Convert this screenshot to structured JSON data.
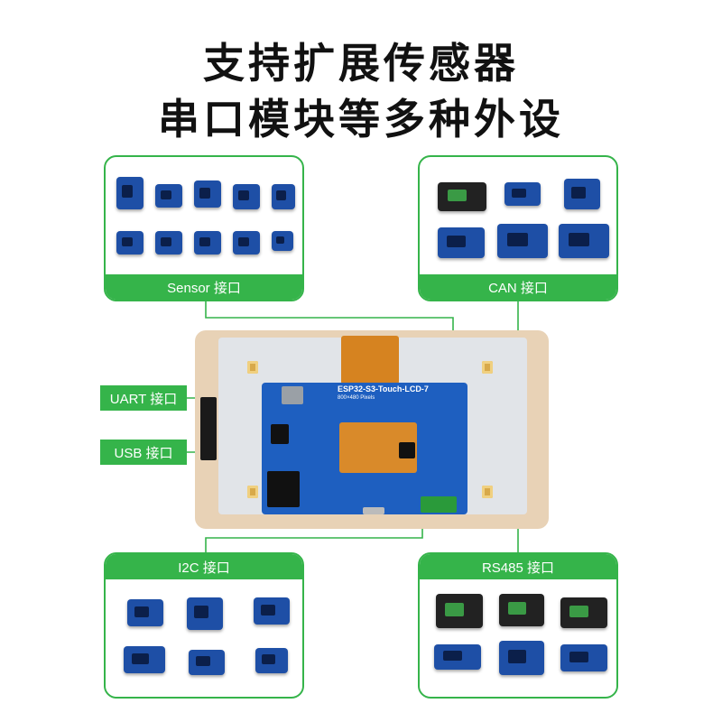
{
  "title": {
    "line1": "支持扩展传感器",
    "line2": "串口模块等多种外设"
  },
  "cards": {
    "sensor": "Sensor 接口",
    "can": "CAN 接口",
    "i2c": "I2C 接口",
    "rs485": "RS485 接口"
  },
  "side_tags": {
    "uart": "UART 接口",
    "usb": "USB 接口"
  },
  "device": {
    "board_name": "ESP32-S3-Touch-LCD-7",
    "resolution": "800×480 Pixels"
  },
  "colors": {
    "accent": "#35b44a",
    "pcb": "#1e5fc0"
  }
}
